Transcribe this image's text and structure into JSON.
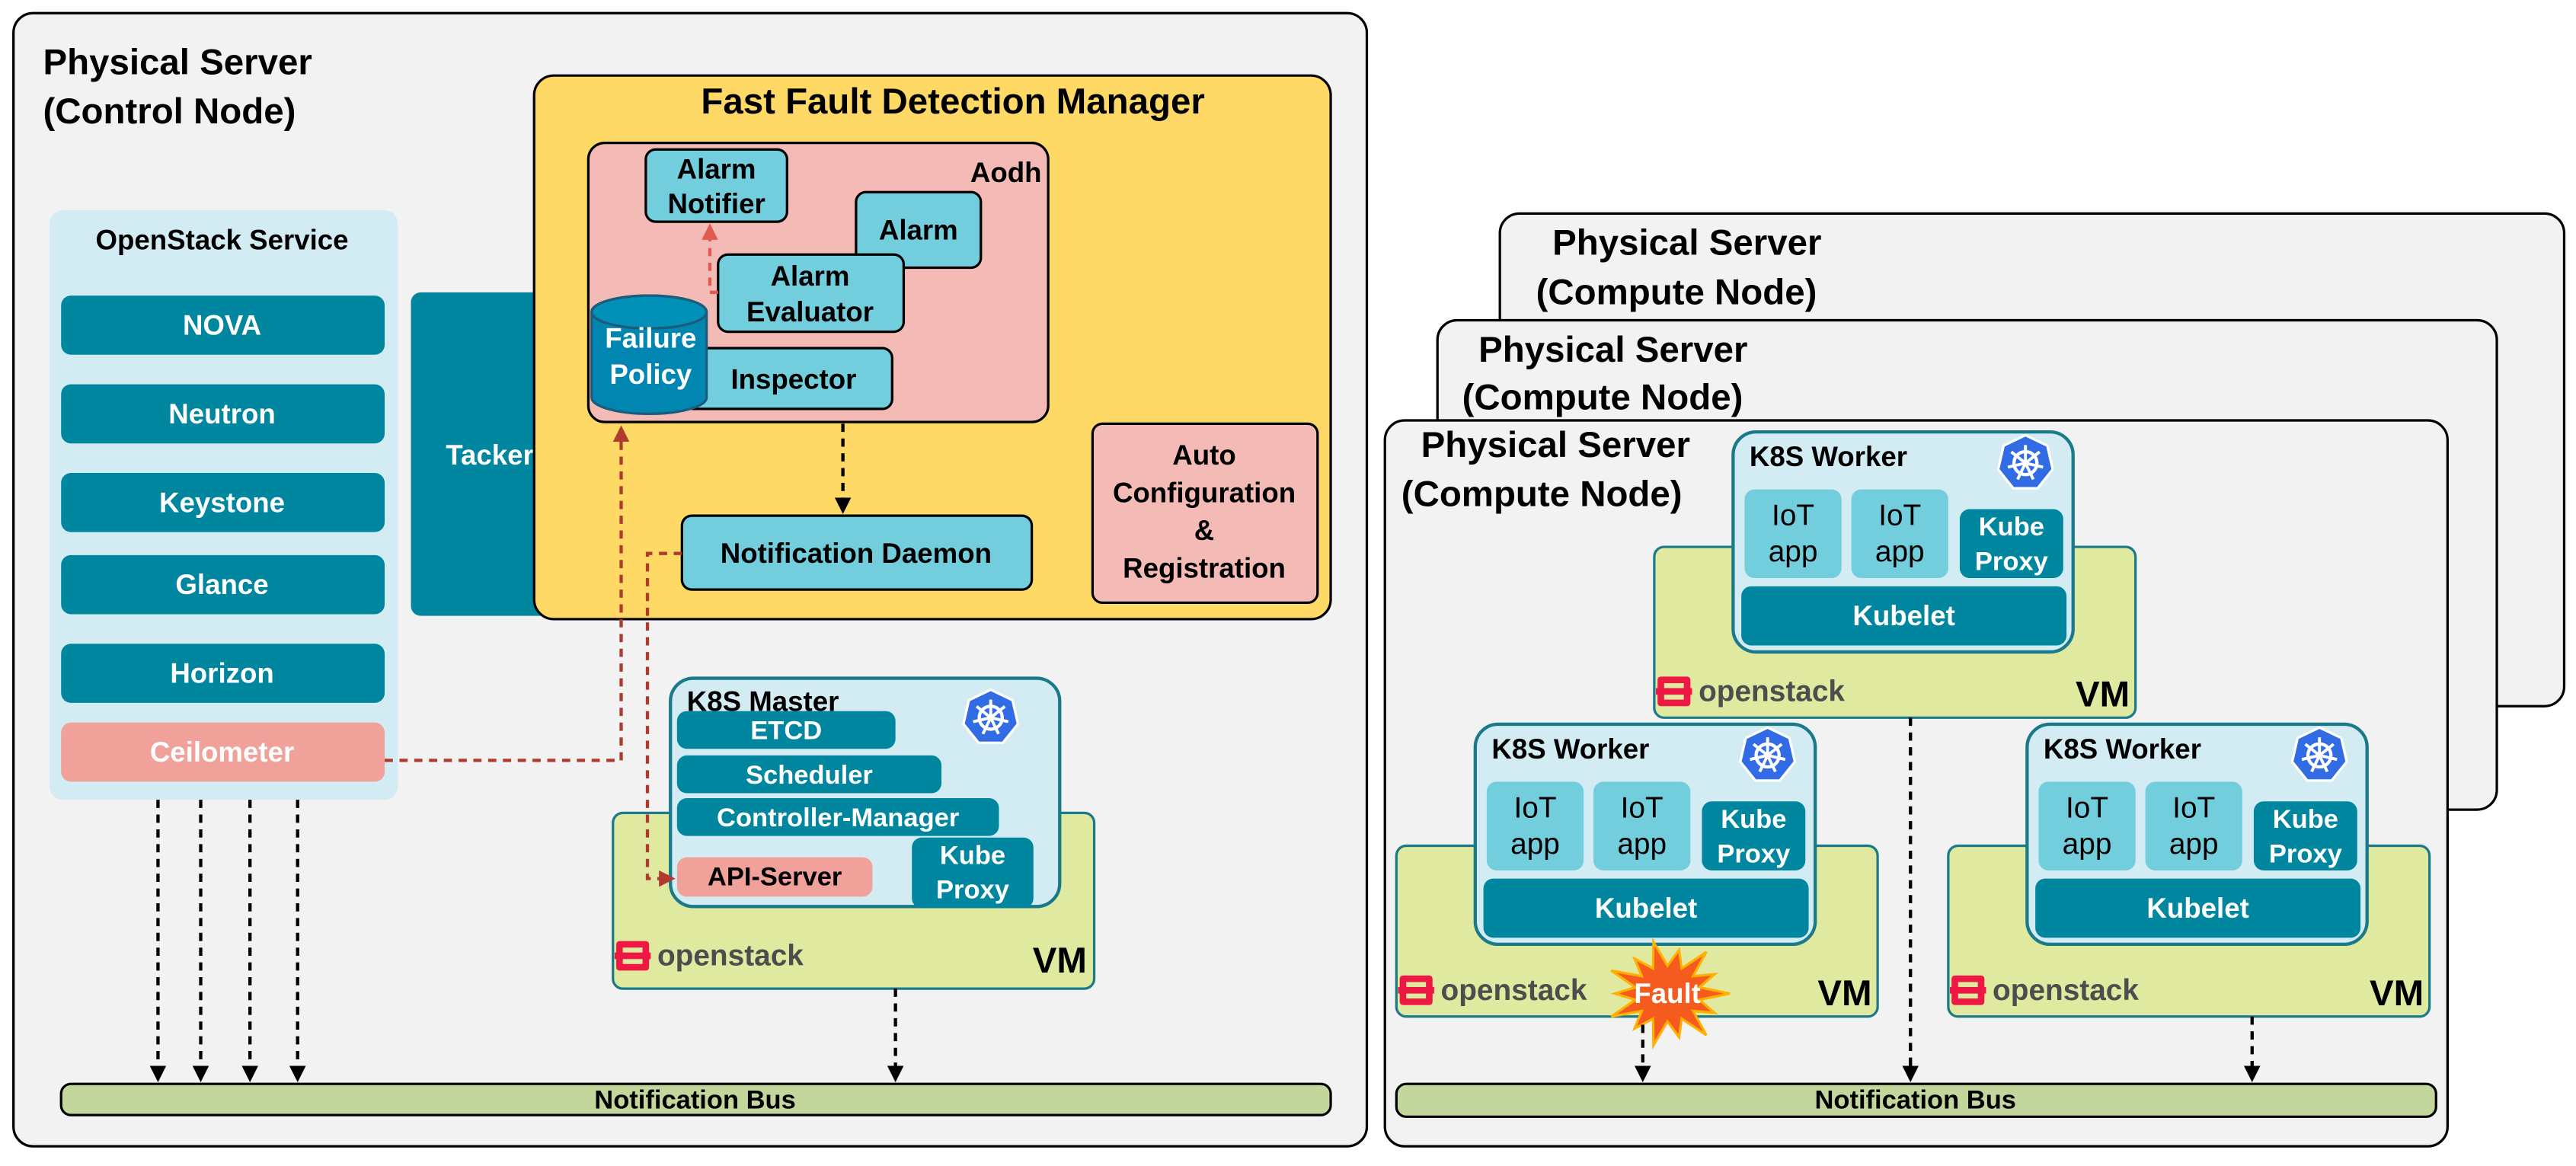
{
  "control_node": {
    "title": [
      "Physical Server",
      "(Control Node)"
    ],
    "openstack_service": {
      "title": "OpenStack Service",
      "items": [
        "NOVA",
        "Neutron",
        "Keystone",
        "Glance",
        "Horizon",
        "Ceilometer"
      ]
    },
    "tacker": "Tacker",
    "ffdm": {
      "title": "Fast Fault Detection Manager",
      "aodh": {
        "label": "Aodh",
        "alarm_notifier": [
          "Alarm",
          "Notifier"
        ],
        "alarm": "Alarm",
        "alarm_evaluator": [
          "Alarm",
          "Evaluator"
        ],
        "inspector": "Inspector",
        "failure_policy": [
          "Failure",
          "Policy"
        ]
      },
      "notification_daemon": "Notification Daemon",
      "auto_config": [
        "Auto",
        "Configuration",
        "&",
        "Registration"
      ]
    },
    "k8s_master": {
      "title": "K8S Master",
      "components": [
        "ETCD",
        "Scheduler",
        "Controller-Manager",
        "API-Server"
      ],
      "kube_proxy": [
        "Kube",
        "Proxy"
      ]
    },
    "vm": {
      "label": "VM",
      "logo": "openstack"
    },
    "notification_bus": "Notification Bus"
  },
  "compute_nodes": {
    "servers": [
      {
        "title": [
          "Physical Server",
          "(Compute Node)"
        ]
      },
      {
        "title": [
          "Physical Server",
          "(Compute Node)"
        ]
      },
      {
        "title": [
          "Physical Server",
          "(Compute Node)"
        ]
      }
    ],
    "workers": [
      {
        "title": "K8S Worker",
        "apps": [
          [
            "IoT",
            "app"
          ],
          [
            "IoT",
            "app"
          ]
        ],
        "kube_proxy": [
          "Kube",
          "Proxy"
        ],
        "kubelet": "Kubelet",
        "vm_label": "VM",
        "logo": "openstack"
      },
      {
        "title": "K8S Worker",
        "apps": [
          [
            "IoT",
            "app"
          ],
          [
            "IoT",
            "app"
          ]
        ],
        "kube_proxy": [
          "Kube",
          "Proxy"
        ],
        "kubelet": "Kubelet",
        "vm_label": "VM",
        "logo": "openstack"
      },
      {
        "title": "K8S Worker",
        "apps": [
          [
            "IoT",
            "app"
          ],
          [
            "IoT",
            "app"
          ]
        ],
        "kube_proxy": [
          "Kube",
          "Proxy"
        ],
        "kubelet": "Kubelet",
        "vm_label": "VM",
        "logo": "openstack"
      }
    ],
    "fault": "Fault",
    "notification_bus": "Notification Bus"
  },
  "icons": {
    "kubernetes": "kubernetes-wheel-icon",
    "openstack": "openstack-logo-icon",
    "fault": "fault-burst-icon",
    "database": "cylinder-database-icon"
  },
  "colors": {
    "server_bg": "#f2f2f2",
    "teal": "#00869e",
    "cyan": "#72cddd",
    "pale_blue": "#d3ecf3",
    "pink": "#f4bab6",
    "ceilometer": "#f0a199",
    "ffdm_yellow": "#ffd966",
    "vm_green": "#e0e9a0",
    "bus_green": "#c3d69b",
    "k8s_blue": "#326ce5",
    "openstack_red": "#ed1944",
    "fault_orange": "#f55a1e",
    "alert_red": "#b03a2e"
  }
}
